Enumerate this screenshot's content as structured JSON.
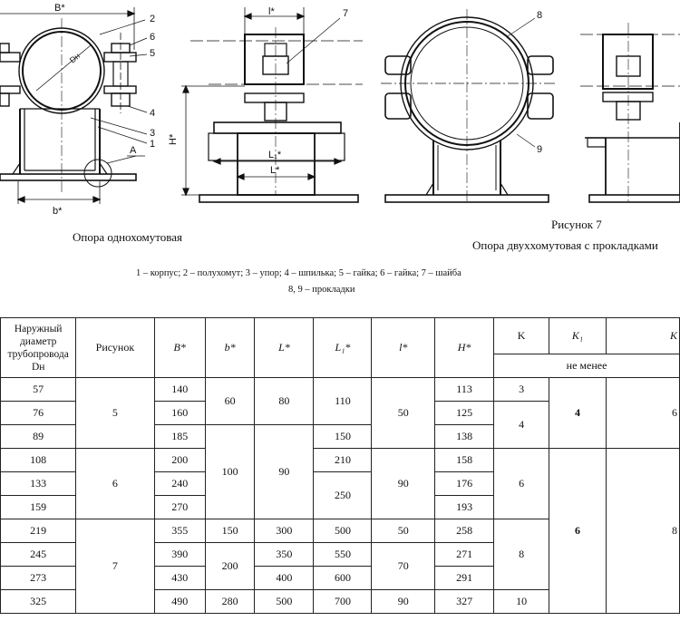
{
  "drawing": {
    "labels_fig1": {
      "B": "B*",
      "b": "b*",
      "Dn": "Dн",
      "A": "A",
      "n1": "1",
      "n2": "2",
      "n3": "3",
      "n4": "4",
      "n5": "5",
      "n6": "6"
    },
    "labels_fig2": {
      "l": "l*",
      "H": "H*",
      "L1": "L₁*",
      "L": "L*",
      "n7": "7"
    },
    "labels_fig3": {
      "n8": "8",
      "n9": "9"
    },
    "caption_left": "Опора однохомутовая",
    "figure_title": "Рисунок 7",
    "caption_right": "Опора двуххомутовая с прокладками",
    "legend_line1": "1 – корпус;  2 – полухомут;  3 – упор;  4 – шпилька;  5 – гайка;  6 – гайка;  7 – шайба",
    "legend_line2": "8, 9 – прокладки"
  },
  "table": {
    "headers": {
      "diam": "Наружный диаметр трубопровода Dн",
      "fig": "Рисунок",
      "B": "B*",
      "b": "b*",
      "L": "L*",
      "L1": "L₁*",
      "l": "l*",
      "H": "H*",
      "K": "K",
      "K1": "K₁",
      "K2": "K",
      "min": "не менее"
    },
    "rows": [
      {
        "d": "57",
        "B": "140",
        "H": "113",
        "K": "3"
      },
      {
        "d": "76",
        "B": "160",
        "H": "125"
      },
      {
        "d": "89",
        "B": "185",
        "L1": "150",
        "H": "138"
      },
      {
        "d": "108",
        "B": "200",
        "L1": "210",
        "H": "158"
      },
      {
        "d": "133",
        "B": "240",
        "H": "176"
      },
      {
        "d": "159",
        "B": "270",
        "H": "193"
      },
      {
        "d": "219",
        "B": "355",
        "b": "150",
        "L": "300",
        "L1": "500",
        "l": "50",
        "H": "258"
      },
      {
        "d": "245",
        "B": "390",
        "L": "350",
        "L1": "550",
        "H": "271"
      },
      {
        "d": "273",
        "B": "430",
        "L": "400",
        "L1": "600",
        "H": "291"
      },
      {
        "d": "325",
        "B": "490",
        "b": "280",
        "L": "500",
        "L1": "700",
        "l": "90",
        "H": "327",
        "K": "10"
      }
    ],
    "merged": {
      "fig_5": "5",
      "fig_6": "6",
      "fig_7": "7",
      "b_60": "60",
      "b_100": "100",
      "b_200": "200",
      "L_80": "80",
      "L_90": "90",
      "L1_110": "110",
      "L1_250": "250",
      "l_50": "50",
      "l_90": "90",
      "l_70": "70",
      "K_4": "4",
      "K_6": "6",
      "K_8": "8",
      "K1_4": "4",
      "K1_6": "6",
      "K2_6": "6",
      "K2_8": "8"
    }
  }
}
